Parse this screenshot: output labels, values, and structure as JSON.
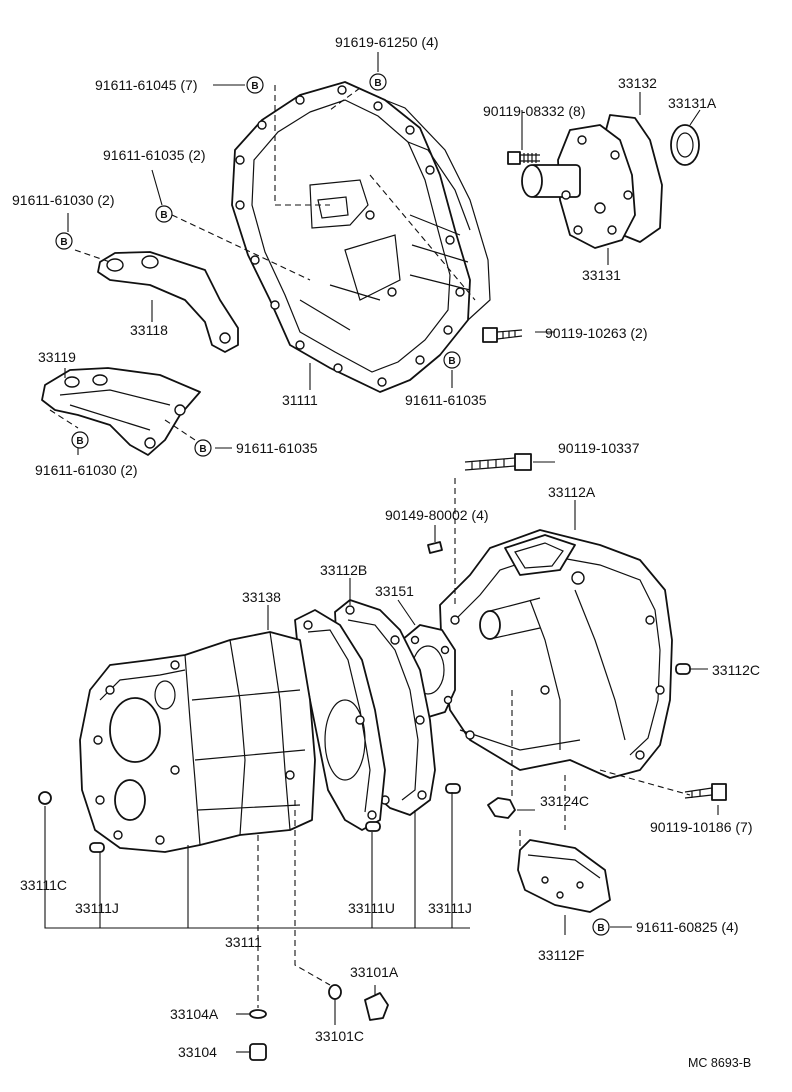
{
  "labels": {
    "p91619_61250": "91619-61250 (4)",
    "p91611_61045": "91611-61045 (7)",
    "p91611_61035_2": "91611-61035 (2)",
    "p91611_61030_2a": "91611-61030 (2)",
    "p33118": "33118",
    "p33119": "33119",
    "p31111": "31111",
    "p91611_61035_a": "91611-61035",
    "p91611_61035_b": "91611-61035",
    "p91611_61030_2b": "91611-61030 (2)",
    "p90119_08332": "90119-08332 (8)",
    "p33132": "33132",
    "p33131A": "33131A",
    "p33131": "33131",
    "p90119_10263": "90119-10263 (2)",
    "p90119_10337": "90119-10337",
    "p90149_80002": "90149-80002 (4)",
    "p33112A": "33112A",
    "p33112B": "33112B",
    "p33151": "33151",
    "p33138": "33138",
    "p33112C": "33112C",
    "p33124C": "33124C",
    "p90119_10186": "90119-10186 (7)",
    "p33111C": "33111C",
    "p33111J_a": "33111J",
    "p33111U": "33111U",
    "p33111J_b": "33111J",
    "p33111": "33111",
    "p33112F": "33112F",
    "p91611_60825": "91611-60825 (4)",
    "p33101A": "33101A",
    "p33104A": "33104A",
    "p33101C": "33101C",
    "p33104": "33104",
    "code": "MC 8693-B",
    "b": "B"
  }
}
